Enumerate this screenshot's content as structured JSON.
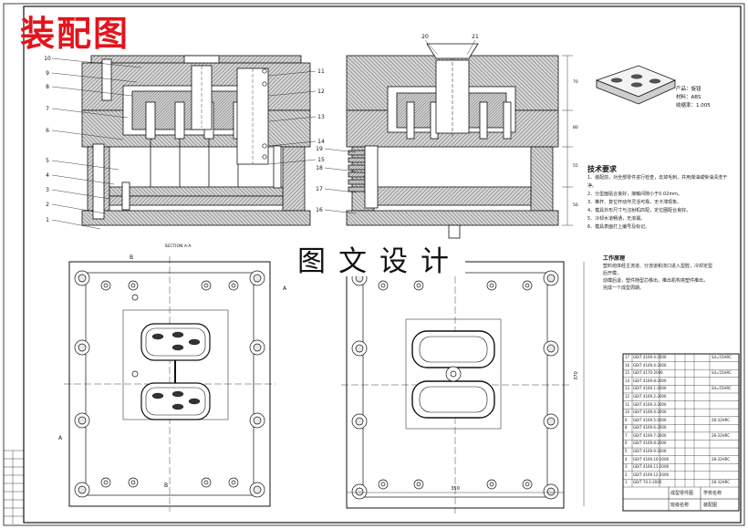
{
  "stamp_title": "装配图",
  "watermark": "图文设计",
  "section_label": "SECTION A-A",
  "part_labels": [
    "1",
    "2",
    "3",
    "4",
    "5",
    "6",
    "7",
    "8",
    "9",
    "10",
    "11",
    "12",
    "13",
    "14",
    "15",
    "16",
    "17",
    "18",
    "19",
    "20",
    "21"
  ],
  "product": {
    "name": "产品：旋钮",
    "material": "材料：ABS",
    "shrink": "收缩率：1.005"
  },
  "tech_title": "技术要求",
  "tech_notes": [
    "1．装配前，对全部零件进行检查，去掉毛刺，并用煤油或柴油清洗干净。",
    "2．分型面贴合良好，接触间隙小于0.02mm。",
    "3．推杆、复位杆动作灵活可靠，无卡滞现象。",
    "4．模具外形尺寸与注射机匹配，定位圈配合良好。",
    "5．冷却水道畅通，无渗漏。",
    "6．模具表面打上编号及标记。"
  ],
  "work_title": "工作原理",
  "work_notes": [
    "塑料熔体经主流道、分流道和浇口进入型腔，冷却定型后开模，",
    "动模后退，塑件随型芯移出，推出机构将塑件推出，",
    "完成一个成型周期。"
  ],
  "dims": {
    "plan_height": "370",
    "plan_width": "350",
    "side": [
      "70",
      "80",
      "55",
      "56"
    ]
  },
  "bom": {
    "std_left": [
      "GB/T 4169.4-2006",
      "GB/T 4169.4-2006",
      "GB/T 4170-2006",
      "GB/T 4169.8-2006",
      "GB/T 4169.1-2006",
      "GB/T 4169.2-2006",
      "GB/T 4169.3-2006",
      "GB/T 4169.4-2006",
      "GB/T 4169.5-2006",
      "GB/T 4169.6-2006",
      "GB/T 4169.7-2006",
      "GB/T 4169.8-2006",
      "GB/T 4169.9-2006",
      "GB/T 4169.10-2006",
      "GB/T 4169.11-2006",
      "GB/T 4169.12-2006",
      "GB/T 70.1-2000"
    ],
    "spec_right": [
      "S4=55HRC",
      "",
      "S4=55HRC",
      "",
      "S4=55HRC",
      "",
      "",
      "",
      "28-32HRC",
      "",
      "28-32HRC",
      "",
      "",
      "28-32HRC",
      "",
      "",
      "28-32HRC"
    ]
  },
  "titleblock": {
    "drawing_name": "成型零件图",
    "school": "学校名称",
    "drawing_no": "装配图",
    "class": "班级名称"
  }
}
